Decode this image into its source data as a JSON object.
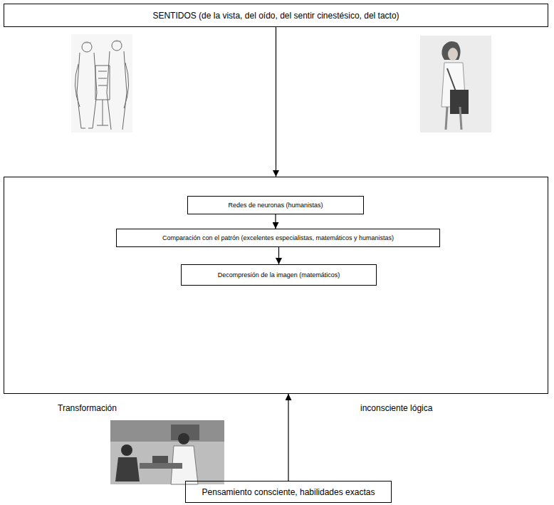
{
  "diagram": {
    "nodes": [
      {
        "text": [
          "SENTIDOS (de la vista, del oído, del sentir cinestésico, del tacto)"
        ]
      },
      {
        "text": [
          "Transformación",
          "inconsciente lógica"
        ]
      },
      {
        "text": [
          "Redes de neuronas (humanistas)"
        ],
        "in": 1
      },
      {
        "text": [
          "Comparación con el patrón (excelentes especialistas, matemáticos y humanistas)"
        ],
        "in": 1
      },
      {
        "text": [
          "Decompresión de la imagen (matemáticos)"
        ],
        "in": 1
      },
      {
        "text": [
          "Pensamiento consciente, habilidades exactas"
        ]
      }
    ],
    "edges": [
      {
        "from": 0,
        "to": 1,
        "arrow": "to"
      },
      {
        "from": 2,
        "to": 3,
        "arrow": "to"
      },
      {
        "from": 3,
        "to": 4,
        "arrow": "to"
      },
      {
        "from": 5,
        "to": 1,
        "arrow": "to"
      }
    ]
  }
}
